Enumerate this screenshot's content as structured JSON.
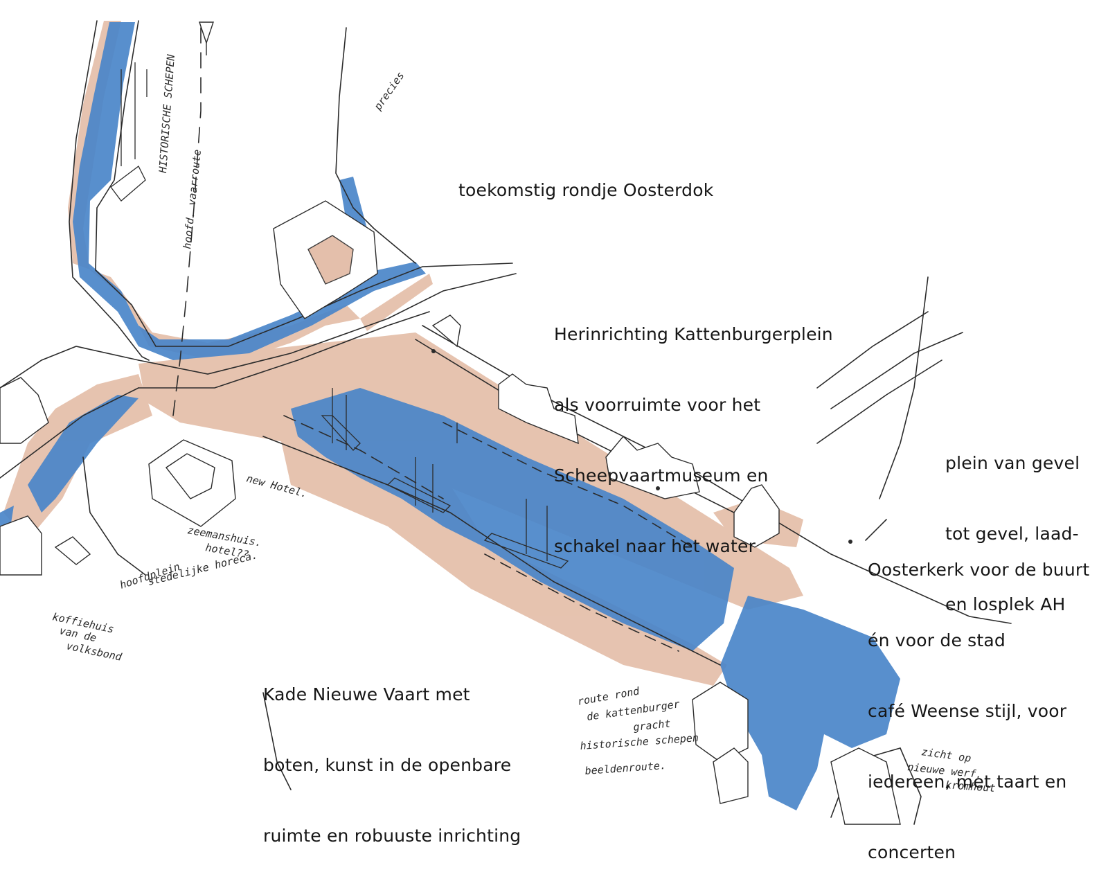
{
  "map": {
    "colors": {
      "water": "#4a86c9",
      "quay": "#e2b9a2",
      "ink": "#2b2b2b",
      "paper": "#ffffff"
    },
    "labels": {
      "future_loop": "toekomstig rondje Oosterdok",
      "kattenburgerplein": [
        "Herinrichting Kattenburgerplein",
        "als voorruimte voor het",
        "Scheepvaartmuseum en",
        "schakel naar het water"
      ],
      "plein_gevel": [
        "plein van gevel",
        "tot gevel, laad-",
        "en losplek AH"
      ],
      "oosterkerk": [
        "Oosterkerk voor de buurt",
        "én voor de stad",
        "café Weense stijl, voor",
        "iedereen, met taart en",
        "concerten"
      ],
      "kade_nieuwe_vaart": [
        "Kade Nieuwe Vaart met",
        "boten, kunst in de openbare",
        "ruimte en robuuste inrichting"
      ]
    },
    "handwritten": {
      "historische_schepen": "HISTORISCHE SCHEPEN",
      "hoofdvaarroute": "hoofd. vaarroute",
      "precies": "precies",
      "new_hotel": "new Hotel.",
      "zeemanshuis_1": "zeemanshuis.",
      "zeemanshuis_2": "hotel??",
      "hoofdplein_1": "hoofdplein",
      "hoofdplein_2": "stedelijke horeca.",
      "koffiehuis_1": "koffiehuis",
      "koffiehuis_2": "van de",
      "koffiehuis_3": "volksbond",
      "route_1": "route rond",
      "route_2": "de kattenburger",
      "route_3": "gracht",
      "route_4": "historische schepen",
      "route_5": "beeldenroute.",
      "zicht_1": "zicht op",
      "zicht_2": "nieuwe werf.",
      "zicht_3": "kromhout"
    }
  }
}
